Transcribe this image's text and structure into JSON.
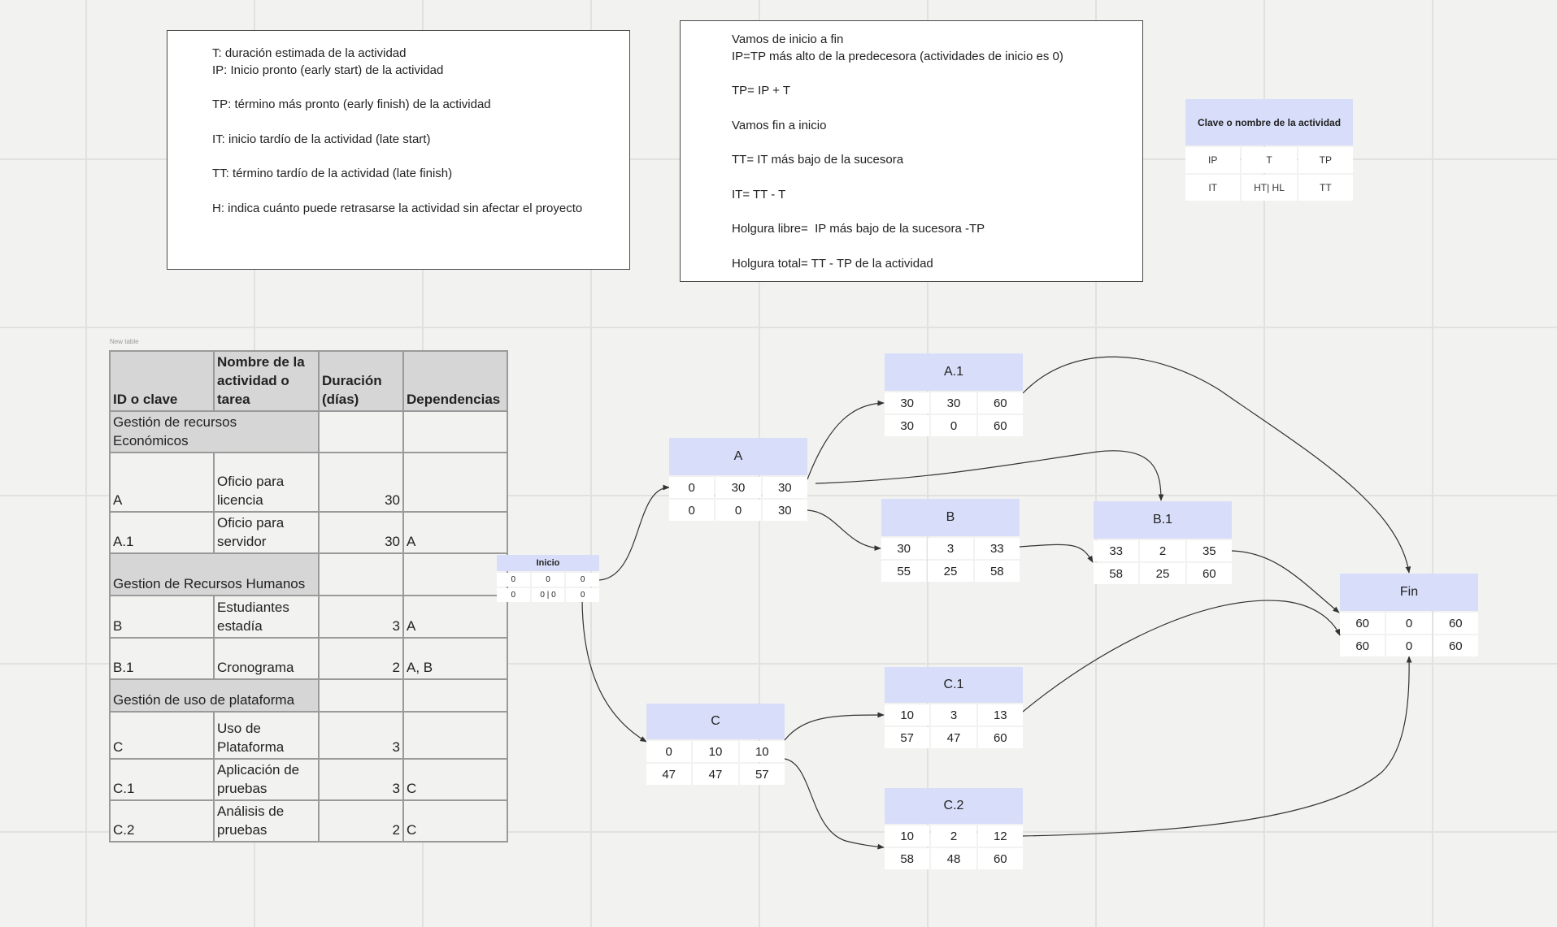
{
  "note_left": {
    "lines": [
      "T: duración estimada de la actividad",
      "IP: Inicio pronto (early start) de la actividad",
      "TP: término más pronto (early finish) de la actividad",
      "IT: inicio tardío de la actividad (late start)",
      "TT: término tardío de la actividad (late finish)",
      "H: indica cuánto puede retrasarse la actividad sin afectar el proyecto"
    ]
  },
  "note_right": {
    "lines": [
      "Vamos de inicio a fin",
      "IP=TP más alto de la predecesora (actividades de inicio es 0)",
      "TP= IP + T",
      "Vamos fin a inicio",
      "TT= IT más bajo de la sucesora",
      "IT= TT - T",
      "Holgura libre=  IP más bajo de la sucesora -TP",
      "Holgura total= TT - TP de la actividad"
    ]
  },
  "legend": {
    "title": "Clave o nombre de la actividad",
    "row1": [
      "IP",
      "T",
      "TP"
    ],
    "row2": [
      "IT",
      "HT| HL",
      "TT"
    ]
  },
  "table": {
    "caption": "New table",
    "headers": [
      "ID o clave",
      "Nombre de la actividad o tarea",
      "Duración (días)",
      "Dependencias"
    ],
    "rows": [
      {
        "group": "Gestión de recursos Económicos"
      },
      {
        "id": "A",
        "name": "Oficio para licencia",
        "dur": "30",
        "dep": ""
      },
      {
        "id": "A.1",
        "name": "Oficio para servidor",
        "dur": "30",
        "dep": "A"
      },
      {
        "group": "Gestion de Recursos Humanos"
      },
      {
        "id": "B",
        "name": "Estudiantes estadía",
        "dur": "3",
        "dep": "A"
      },
      {
        "id": "B.1",
        "name": "Cronograma",
        "dur": "2",
        "dep": "A, B"
      },
      {
        "group": "Gestión de uso de plataforma"
      },
      {
        "id": "C",
        "name": "Uso de Plataforma",
        "dur": "3",
        "dep": ""
      },
      {
        "id": "C.1",
        "name": "Aplicación de pruebas",
        "dur": "3",
        "dep": "C"
      },
      {
        "id": "C.2",
        "name": "Análisis de pruebas",
        "dur": "2",
        "dep": "C"
      }
    ]
  },
  "nodes": {
    "inicio": {
      "title": "Inicio",
      "row1": [
        "0",
        "0",
        "0"
      ],
      "row2": [
        "0",
        "0 | 0",
        "0"
      ]
    },
    "a": {
      "title": "A",
      "row1": [
        "0",
        "30",
        "30"
      ],
      "row2": [
        "0",
        "0",
        "30"
      ]
    },
    "a1": {
      "title": "A.1",
      "row1": [
        "30",
        "30",
        "60"
      ],
      "row2": [
        "30",
        "0",
        "60"
      ]
    },
    "b": {
      "title": "B",
      "row1": [
        "30",
        "3",
        "33"
      ],
      "row2": [
        "55",
        "25",
        "58"
      ]
    },
    "b1": {
      "title": "B.1",
      "row1": [
        "33",
        "2",
        "35"
      ],
      "row2": [
        "58",
        "25",
        "60"
      ]
    },
    "c": {
      "title": "C",
      "row1": [
        "0",
        "10",
        "10"
      ],
      "row2": [
        "47",
        "47",
        "57"
      ]
    },
    "c1": {
      "title": "C.1",
      "row1": [
        "10",
        "3",
        "13"
      ],
      "row2": [
        "57",
        "47",
        "60"
      ]
    },
    "c2": {
      "title": "C.2",
      "row1": [
        "10",
        "2",
        "12"
      ],
      "row2": [
        "58",
        "48",
        "60"
      ]
    },
    "fin": {
      "title": "Fin",
      "row1": [
        "60",
        "0",
        "60"
      ],
      "row2": [
        "60",
        "0",
        "60"
      ]
    }
  },
  "edges": [
    {
      "from": "Inicio",
      "to": "A"
    },
    {
      "from": "Inicio",
      "to": "C"
    },
    {
      "from": "A",
      "to": "A.1"
    },
    {
      "from": "A",
      "to": "B"
    },
    {
      "from": "A",
      "to": "B.1"
    },
    {
      "from": "B",
      "to": "B.1"
    },
    {
      "from": "A.1",
      "to": "Fin"
    },
    {
      "from": "B.1",
      "to": "Fin"
    },
    {
      "from": "C",
      "to": "C.1"
    },
    {
      "from": "C",
      "to": "C.2"
    },
    {
      "from": "C.1",
      "to": "Fin"
    },
    {
      "from": "C.2",
      "to": "Fin"
    }
  ]
}
